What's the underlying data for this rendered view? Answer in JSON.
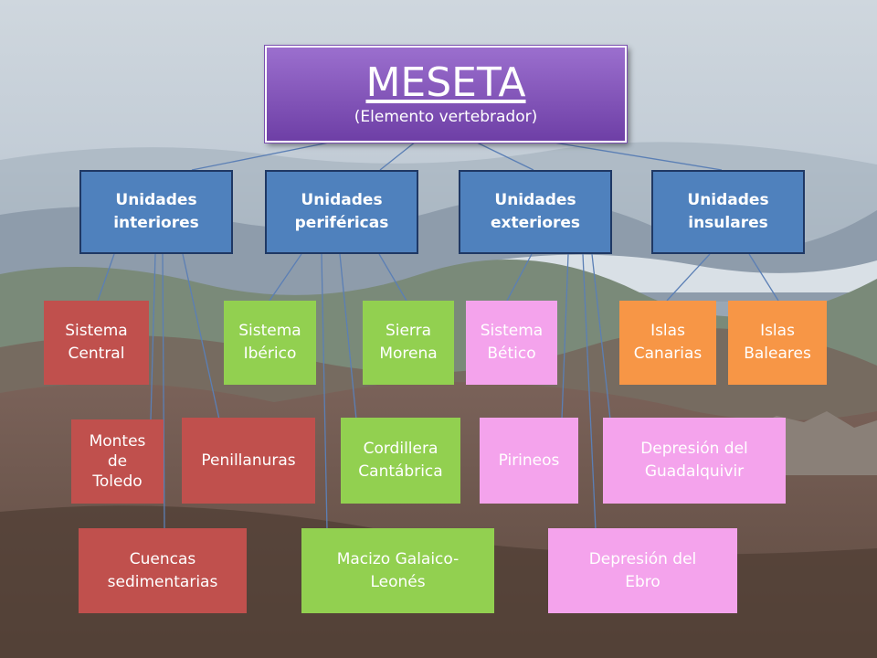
{
  "colors": {
    "root": "#7a4fb0",
    "category": "#4f81bd",
    "interior": "#c0504d",
    "peripheral": "#92d050",
    "exterior": "#f4a3ec",
    "insular": "#f79646"
  },
  "root": {
    "title": "MESETA",
    "subtitle": "(Elemento vertebrador)"
  },
  "categories": [
    {
      "line1": "Unidades",
      "line2": "interiores"
    },
    {
      "line1": "Unidades",
      "line2": "periféricas"
    },
    {
      "line1": "Unidades",
      "line2": "exteriores"
    },
    {
      "line1": "Unidades",
      "line2": "insulares"
    }
  ],
  "units": {
    "sistema_central": {
      "lines": [
        "Sistema",
        "Central"
      ]
    },
    "montes_toledo": {
      "lines": [
        "Montes",
        "de",
        "Toledo"
      ]
    },
    "penillanuras": {
      "lines": [
        "Penillanuras"
      ]
    },
    "cuencas": {
      "lines": [
        "Cuencas",
        "sedimentarias"
      ]
    },
    "sistema_iberico": {
      "lines": [
        "Sistema",
        "Ibérico"
      ]
    },
    "sierra_morena": {
      "lines": [
        "Sierra",
        "Morena"
      ]
    },
    "cordillera": {
      "lines": [
        "Cordillera",
        "Cantábrica"
      ]
    },
    "macizo": {
      "lines": [
        "Macizo Galaico-",
        "Leonés"
      ]
    },
    "sistema_betico": {
      "lines": [
        "Sistema",
        "Bético"
      ]
    },
    "pirineos": {
      "lines": [
        "Pirineos"
      ]
    },
    "guadalquivir": {
      "lines": [
        "Depresión del",
        "Guadalquivir"
      ]
    },
    "ebro": {
      "lines": [
        "Depresión del",
        "Ebro"
      ]
    },
    "canarias": {
      "lines": [
        "Islas",
        "Canarias"
      ]
    },
    "baleares": {
      "lines": [
        "Islas",
        "Baleares"
      ]
    }
  }
}
